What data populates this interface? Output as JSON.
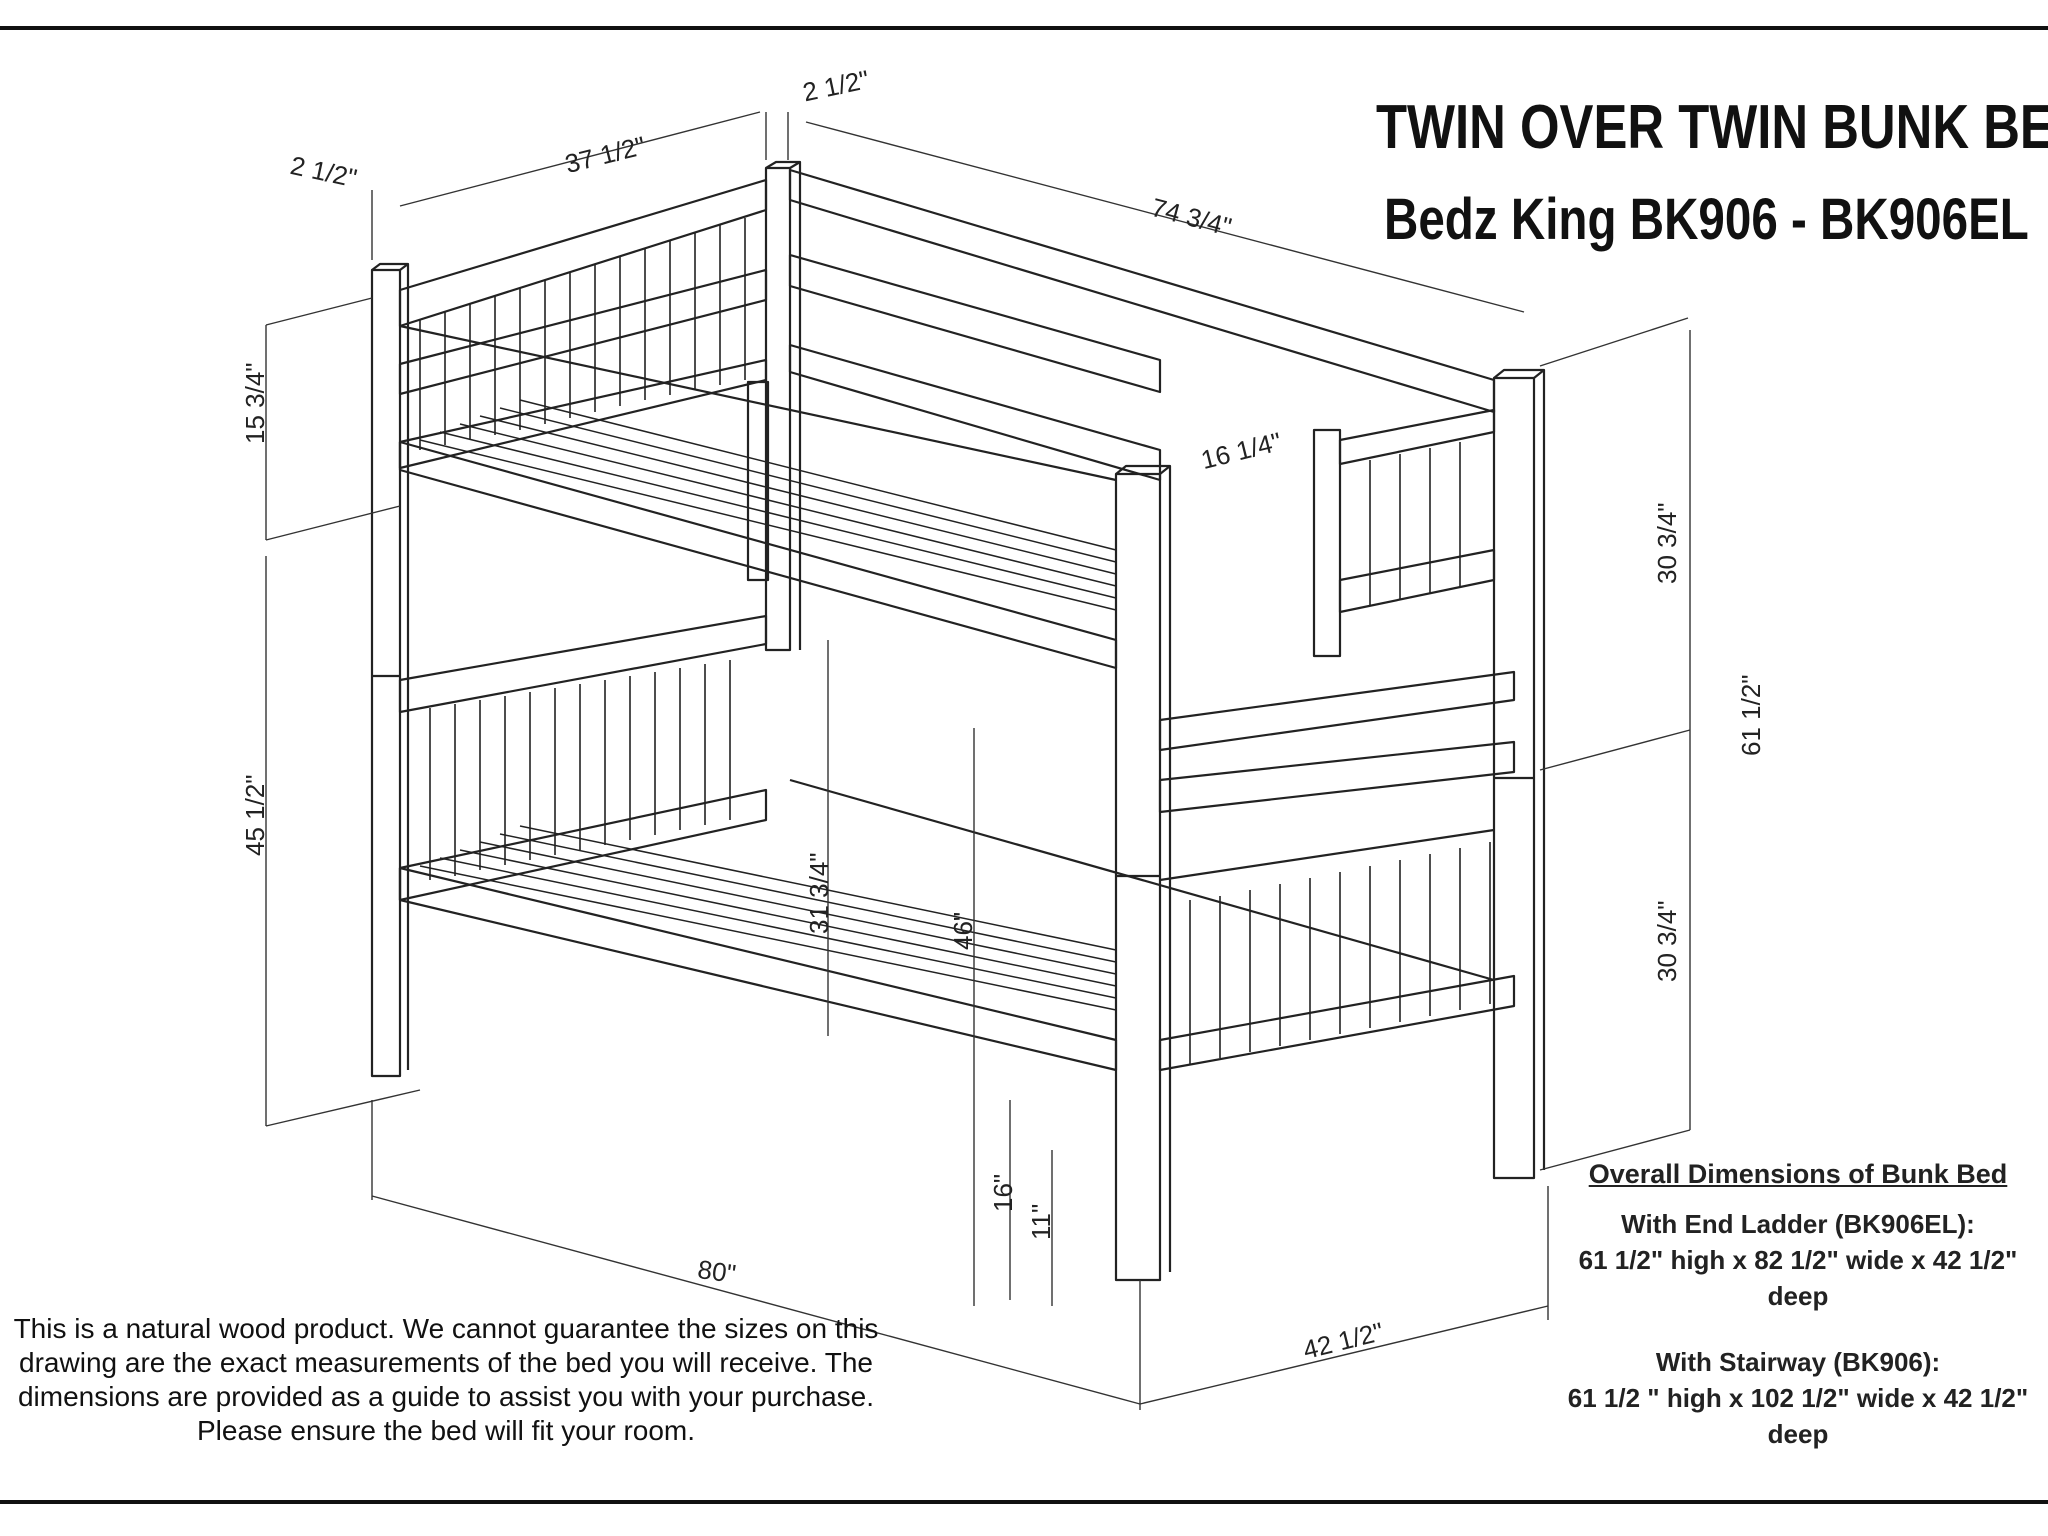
{
  "title": {
    "main": "TWIN OVER TWIN BUNK BED",
    "sub": "Bedz King BK906 - BK906EL"
  },
  "dimensions": {
    "post_left": "2 1/2\"",
    "post_right": "2 1/2\"",
    "width_top": "37 1/2\"",
    "length_top": "74 3/4\"",
    "rail_height": "15 3/4\"",
    "upper_end_height": "16 1/4\"",
    "upper_section": "30 3/4\"",
    "total_height": "61 1/2\"",
    "lower_section": "30 3/4\"",
    "lower_height": "45 1/2\"",
    "bunk_clearance": "31 3/4\"",
    "mattress_top": "46\"",
    "rail_floor": "16\"",
    "slat_floor": "11\"",
    "length_overall": "80\"",
    "depth_overall": "42 1/2\""
  },
  "note": "This is a natural wood product. We cannot guarantee the sizes on this drawing are the exact measurements of the bed you will receive. The dimensions are provided as a guide to assist you with your purchase. Please ensure the bed will fit your room.",
  "overall": {
    "heading": "Overall Dimensions of Bunk Bed",
    "ladder_label": "With End Ladder (BK906EL):",
    "ladder_dims": "61 1/2\" high x 82 1/2\" wide x 42 1/2\" deep",
    "stair_label": "With Stairway (BK906):",
    "stair_dims": "61 1/2 \" high x 102 1/2\" wide x 42 1/2\" deep"
  }
}
